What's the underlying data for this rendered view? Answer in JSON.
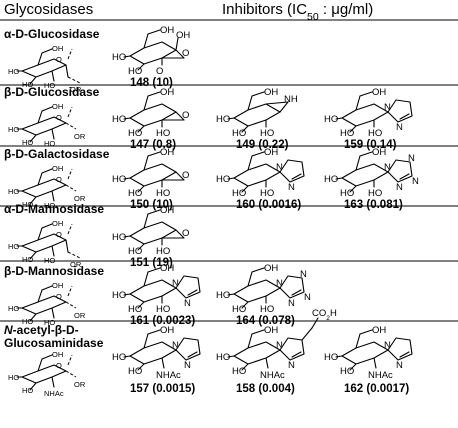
{
  "header": {
    "left_label": "Glycosidases",
    "right_label": "Inhibitors (IC50 : μg/ml)",
    "right_label_main": "Inhibitors (IC",
    "right_label_sub": "50",
    "right_label_tail": " : μg/ml)"
  },
  "enzymes": [
    {
      "anomer": "α",
      "rest": "-D-Glucosidase",
      "substituent": "OR"
    },
    {
      "anomer": "β",
      "rest": "-D-Glucosidase",
      "substituent": "OR"
    },
    {
      "anomer": "β",
      "rest": "-D-Galactosidase",
      "substituent": "OR"
    },
    {
      "anomer": "α",
      "rest": "-D-Mannosidase",
      "substituent": "OR"
    },
    {
      "anomer": "β",
      "rest": "-D-Mannosidase",
      "substituent": "OR"
    },
    {
      "prefix": "N",
      "line1_rest": "-acetyl-β-D-",
      "line2": "Glucosaminidase",
      "substituent": "OR",
      "acyl": "NHAc"
    }
  ],
  "compounds": [
    {
      "id": "148",
      "ic50": "10",
      "label": "148 (10)",
      "row": 0,
      "col": 0,
      "kind": "cyclophellitol"
    },
    {
      "id": "147",
      "ic50": "0.8",
      "label": "147 (0.8)",
      "row": 1,
      "col": 0,
      "kind": "epoxide"
    },
    {
      "id": "149",
      "ic50": "0.22",
      "label": "149 (0.22)",
      "row": 1,
      "col": 1,
      "kind": "aziridine"
    },
    {
      "id": "159",
      "ic50": "0.14",
      "label": "159 (0.14)",
      "row": 1,
      "col": 2,
      "kind": "imidazole"
    },
    {
      "id": "150",
      "ic50": "10",
      "label": "150 (10)",
      "row": 2,
      "col": 0,
      "kind": "epoxide"
    },
    {
      "id": "160",
      "ic50": "0.0016",
      "label": "160 (0.0016)",
      "row": 2,
      "col": 1,
      "kind": "imidazole"
    },
    {
      "id": "163",
      "ic50": "0.081",
      "label": "163 (0.081)",
      "row": 2,
      "col": 2,
      "kind": "triazole"
    },
    {
      "id": "151",
      "ic50": "19",
      "label": "151 (19)",
      "row": 3,
      "col": 0,
      "kind": "epoxide"
    },
    {
      "id": "161",
      "ic50": "0.0023",
      "label": "161 (0.0023)",
      "row": 4,
      "col": 0,
      "kind": "imidazole"
    },
    {
      "id": "164",
      "ic50": "0.078",
      "label": "164 (0.078)",
      "row": 4,
      "col": 1,
      "kind": "triazole"
    },
    {
      "id": "157",
      "ic50": "0.0015",
      "label": "157 (0.0015)",
      "row": 5,
      "col": 0,
      "kind": "imidazole",
      "acyl": "NHAc"
    },
    {
      "id": "158",
      "ic50": "0.004",
      "label": "158 (0.004)",
      "row": 5,
      "col": 1,
      "kind": "imidazole",
      "acyl": "NHAc",
      "extra": "CO2H"
    },
    {
      "id": "162",
      "ic50": "0.0017",
      "label": "162 (0.0017)",
      "row": 5,
      "col": 2,
      "kind": "imidazole",
      "acyl": "NHAc"
    }
  ],
  "atoms": {
    "hydroxyl": "HO",
    "hydroxyl_right": "OH",
    "oxygen": "O",
    "nitrogen": "N",
    "nh": "NH",
    "acid_main": "CO",
    "acid_sub": "2",
    "acid_tail": "H"
  }
}
